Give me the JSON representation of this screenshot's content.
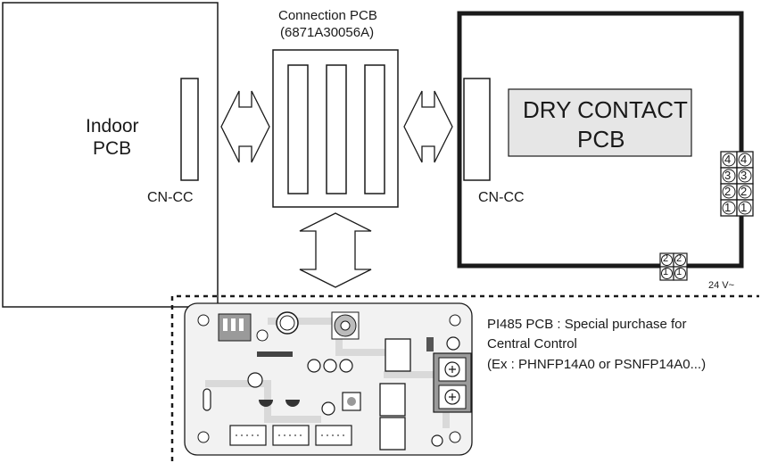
{
  "indoor_pcb": {
    "line1": "Indoor",
    "line2": "PCB",
    "connector": "CN-CC"
  },
  "connection_pcb": {
    "title": "Connection PCB",
    "part_number": "(6871A30056A)"
  },
  "dry_contact": {
    "line1": "DRY CONTACT",
    "line2": "PCB",
    "connector": "CN-CC",
    "voltage": "24 V~"
  },
  "terminal_numbers": [
    "4",
    "3",
    "2",
    "1"
  ],
  "power_terminal_numbers": [
    "2",
    "1"
  ],
  "pi485": {
    "line1": "PI485 PCB : Special purchase for",
    "line2": "Central Control",
    "line3": "(Ex : PHNFP14A0 or PSNFP14A0...)"
  },
  "colors": {
    "line": "#1a1a1a",
    "label_box": "#e6e6e6",
    "board": "#f2f2f2",
    "board_trace": "#d9d9d9"
  }
}
